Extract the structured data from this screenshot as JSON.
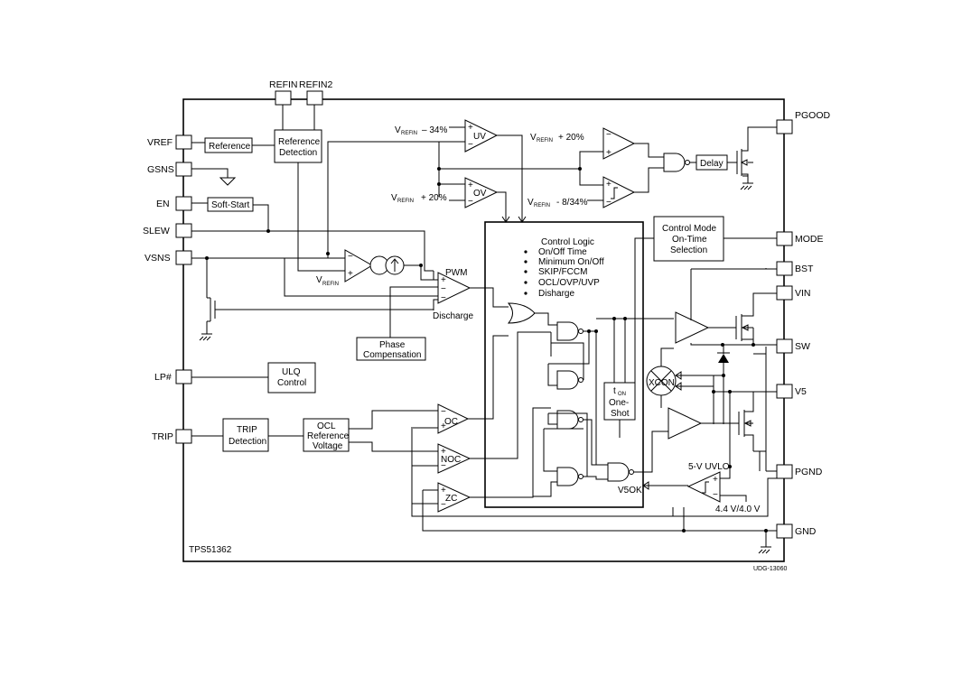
{
  "chip_name": "TPS51362",
  "doc_code": "UDG-13060",
  "top_pins": {
    "refin": "REFIN",
    "refin2": "REFIN2"
  },
  "left_pins": {
    "vref": "VREF",
    "gsns": "GSNS",
    "en": "EN",
    "slew": "SLEW",
    "vsns": "VSNS",
    "lp": "LP#",
    "trip": "TRIP"
  },
  "right_pins": {
    "pgood": "PGOOD",
    "mode": "MODE",
    "bst": "BST",
    "vin": "VIN",
    "sw": "SW",
    "v5": "V5",
    "pgnd": "PGND",
    "gnd": "GND"
  },
  "blocks": {
    "reference": "Reference",
    "refdet_1": "Reference",
    "refdet_2": "Detection",
    "softstart": "Soft-Start",
    "ulq_1": "ULQ",
    "ulq_2": "Control",
    "tripdet_1": "TRIP",
    "tripdet_2": "Detection",
    "ocl_1": "OCL",
    "ocl_2": "Reference",
    "ocl_3": "Voltage",
    "phase_1": "Phase",
    "phase_2": "Compensation",
    "delay": "Delay",
    "cmode_1": "Control Mode",
    "cmode_2": "On-Time",
    "cmode_3": "Selection",
    "oneshot_t": "t",
    "oneshot_sub": "ON",
    "oneshot_1": "One-",
    "oneshot_2": "Shot",
    "xcon": "XCON"
  },
  "control_logic": {
    "title": "Control Logic",
    "items": [
      "On/Off Time",
      "Minimum On/Off",
      "SKIP/FCCM",
      "OCL/OVP/UVP",
      "Disharge"
    ]
  },
  "comparators": {
    "uv": "UV",
    "ov": "OV",
    "pwm": "PWM",
    "oc": "OC",
    "noc": "NOC",
    "zc": "ZC"
  },
  "thresholds": {
    "v": "V",
    "refin_sub": "REFIN",
    "uv": "– 34%",
    "ov": "+ 20%",
    "pg_hi": "+ 20%",
    "pg_lo": "- 8/34%"
  },
  "misc": {
    "discharge": "Discharge",
    "v5ok": "V5OK",
    "uvlo": "5-V UVLO",
    "uvlo_thr": "4.4 V/4.0 V"
  }
}
